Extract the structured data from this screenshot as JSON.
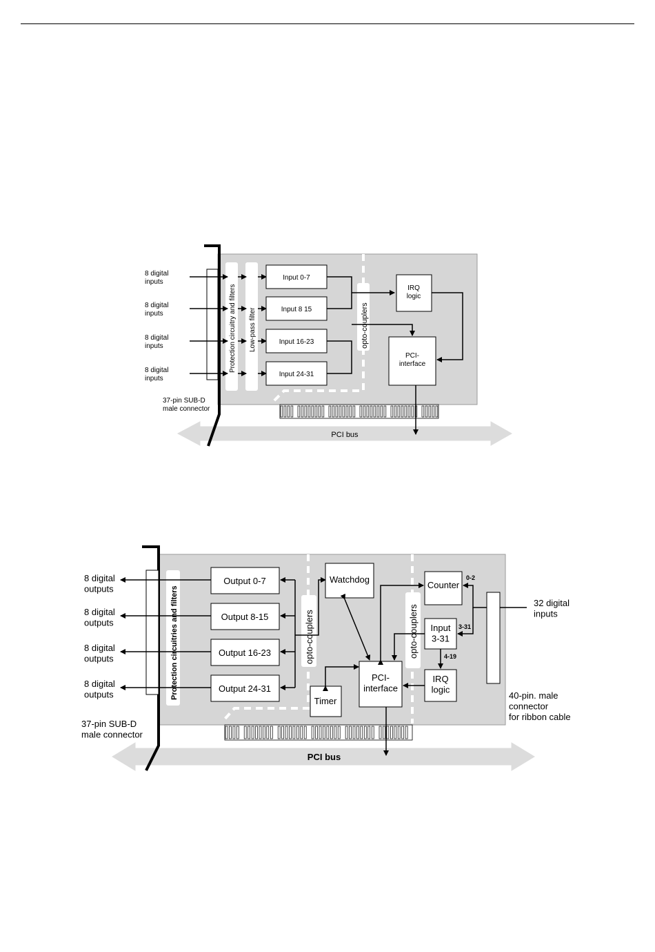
{
  "diagram1": {
    "inputs": [
      "8 digital\ninputs",
      "8 digital\ninputs",
      "8 digital\ninputs",
      "8 digital\ninputs"
    ],
    "protection_label": "Protection circuitry and filters",
    "lowpass_label": "Low-pass filter",
    "boxes": [
      "Input 0-7",
      "Input 8 15",
      "Input 16-23",
      "Input 24-31"
    ],
    "optocouplers_label": "opto-couplers",
    "irq_label": "IRQ\nlogic",
    "pci_interface_label": "PCI-\ninterface",
    "connector_label": "37-pin SUB-D\nmale connector",
    "bus_label": "PCI bus"
  },
  "diagram2": {
    "outputs": [
      "8 digital\noutputs",
      "8 digital\noutputs",
      "8 digital\noutputs",
      "8 digital\noutputs"
    ],
    "protection_label": "Protection circuitries and filters",
    "boxes": [
      "Output 0-7",
      "Output 8-15",
      "Output 16-23",
      "Output 24-31"
    ],
    "optocouplers_left_label": "opto-couplers",
    "optocouplers_right_label": "opto-couplers",
    "watchdog_label": "Watchdog",
    "timer_label": "Timer",
    "pci_interface_label": "PCI-\ninterface",
    "counter_label": "Counter",
    "input_label": "Input\n3-31",
    "irq_label": "IRQ\nlogic",
    "tag_0_2": "0-2",
    "tag_3_31": "3-31",
    "tag_4_19": "4-19",
    "inputs_label": "32 digital\ninputs",
    "ribbon_label": "40-pin. male\nconnector\nfor ribbon cable",
    "connector_label": "37-pin SUB-D\nmale connector",
    "bus_label": "PCI bus"
  }
}
